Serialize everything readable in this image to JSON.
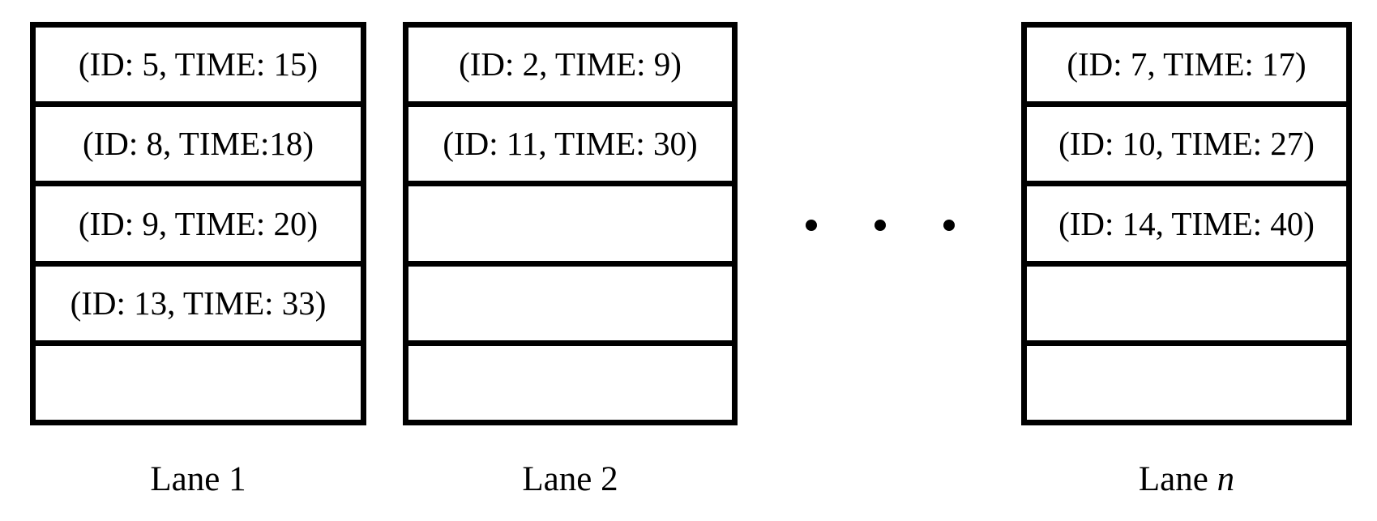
{
  "diagram": {
    "background_color": "#ffffff",
    "line_color": "#000000",
    "lanes": [
      {
        "label_prefix": "Lane ",
        "label_suffix": "1",
        "suffix_class": "label-suffix",
        "rows": [
          "(ID: 5, TIME: 15)",
          "(ID: 8, TIME:18)",
          "(ID: 9, TIME: 20)",
          "(ID: 13, TIME: 33)",
          ""
        ]
      },
      {
        "label_prefix": "Lane ",
        "label_suffix": "2",
        "suffix_class": "label-suffix",
        "rows": [
          "(ID: 2, TIME: 9)",
          "(ID: 11, TIME: 30)",
          "",
          "",
          ""
        ]
      },
      {
        "label_prefix": "Lane ",
        "label_suffix": "n",
        "suffix_class": "label-suffix italic",
        "rows": [
          "(ID: 7, TIME: 17)",
          "(ID: 10, TIME: 27)",
          "(ID: 14, TIME: 40)",
          "",
          ""
        ]
      }
    ],
    "ellipsis": {
      "glyph": "•",
      "count": 3
    }
  }
}
